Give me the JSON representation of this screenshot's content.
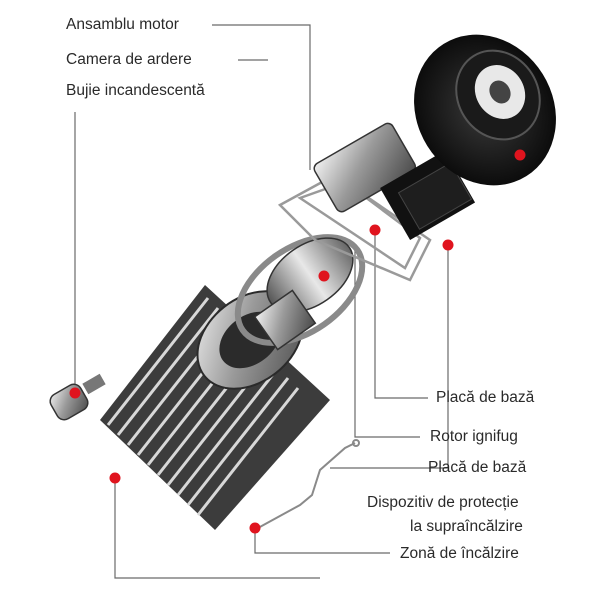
{
  "labels": {
    "motor_assembly": "Ansamblu motor",
    "combustion_chamber": "Camera de ardere",
    "glow_plug": "Bujie incandescentă",
    "base_plate_1": "Placă de bază",
    "fireproof_rotor": "Rotor ignifug",
    "base_plate_2": "Placă de bază",
    "overheat_line1": "Dispozitiv de protecție",
    "overheat_line2": "la supraîncălzire",
    "heating_zone": "Zonă de încălzire"
  },
  "colors": {
    "marker": "#e0141e",
    "leader": "#6a6a6a",
    "text": "#2a2a2a"
  },
  "icons": [
    "fan-icon",
    "motor-icon",
    "glow-plug-icon",
    "heat-exchanger-icon",
    "sensor-wire-icon"
  ]
}
